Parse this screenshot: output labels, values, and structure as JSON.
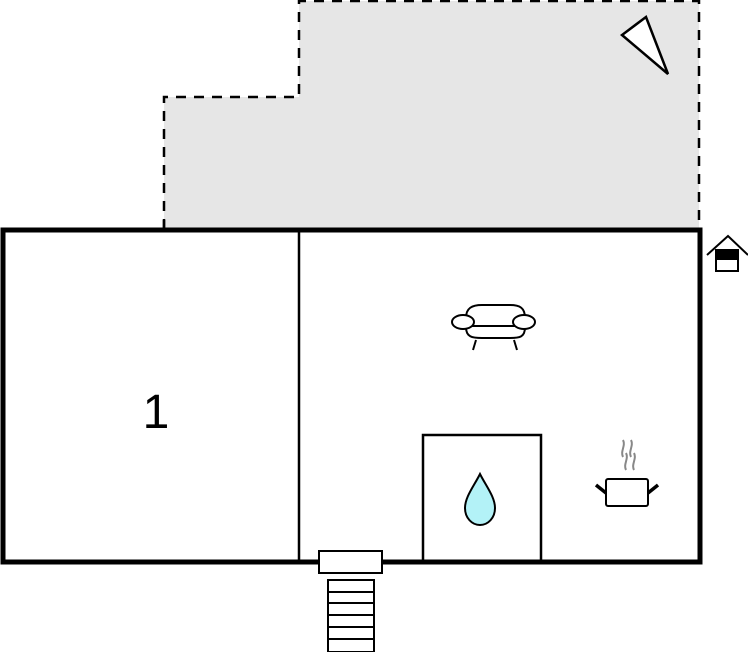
{
  "floorplan": {
    "type": "floor plan",
    "colors": {
      "wall": "#000000",
      "terrace_fill": "#e6e6e6",
      "water_drop": "#b3f2f7",
      "steam": "#888888",
      "background": "#ffffff"
    },
    "rooms": [
      {
        "id": "room-1",
        "label": "1"
      },
      {
        "id": "living-kitchen",
        "label": ""
      },
      {
        "id": "bathroom",
        "label": ""
      }
    ],
    "areas": [
      {
        "id": "terrace",
        "style": "dashed outline, grey fill"
      }
    ],
    "icons": [
      {
        "name": "north-arrow-icon",
        "meaning": "compass / north indicator"
      },
      {
        "name": "house-entrance-icon",
        "meaning": "house entrance symbol"
      },
      {
        "name": "sofa-icon",
        "meaning": "living room / sofa"
      },
      {
        "name": "water-drop-icon",
        "meaning": "bathroom / water"
      },
      {
        "name": "cooking-pot-icon",
        "meaning": "kitchen / cooking"
      },
      {
        "name": "stairs-icon",
        "meaning": "entrance steps"
      },
      {
        "name": "door-step-icon",
        "meaning": "entrance door landing"
      }
    ]
  }
}
